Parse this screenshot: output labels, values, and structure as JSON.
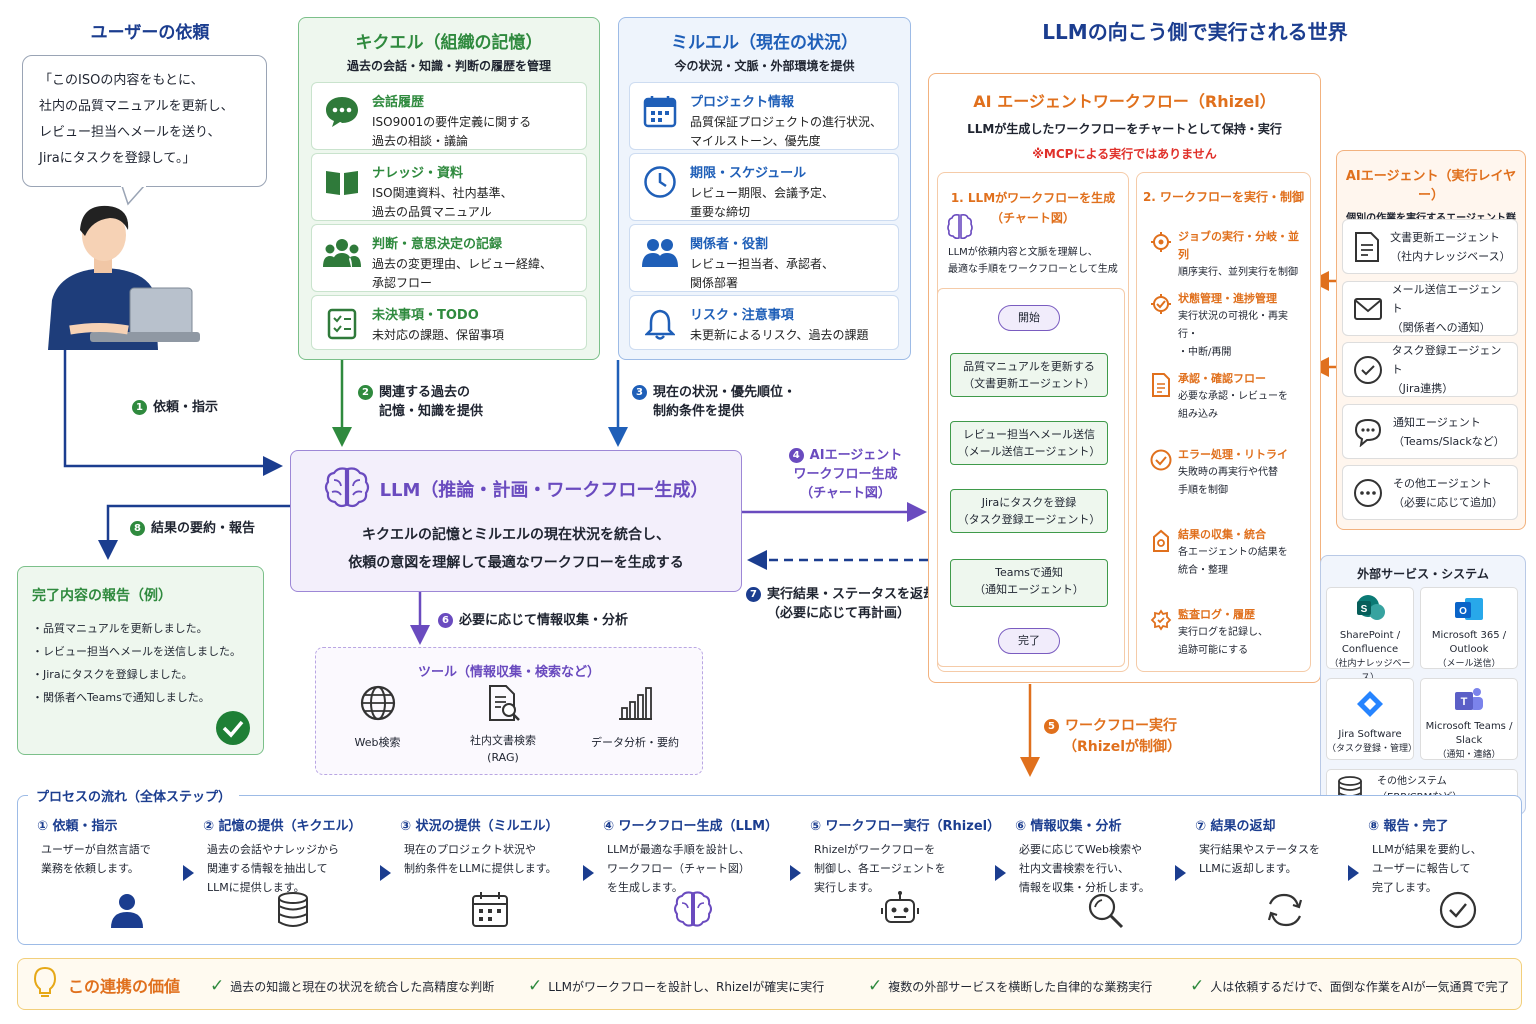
{
  "user_section": {
    "title": "ユーザーの依頼",
    "request_lines": [
      "「このISOの内容をもとに、",
      "社内の品質マニュアルを更新し、",
      "レビュー担当へメールを送り、",
      "Jiraにタスクを登録して。」"
    ]
  },
  "kikueru": {
    "title": "キクエル（組織の記憶）",
    "subtitle": "過去の会話・知識・判断の履歴を管理",
    "items": [
      {
        "title": "会話履歴",
        "desc": [
          "ISO9001の要件定義に関する",
          "過去の相談・議論"
        ],
        "icon": "chat-icon"
      },
      {
        "title": "ナレッジ・資料",
        "desc": [
          "ISO関連資料、社内基準、",
          "過去の品質マニュアル"
        ],
        "icon": "book-icon"
      },
      {
        "title": "判断・意思決定の記録",
        "desc": [
          "過去の変更理由、レビュー経緯、",
          "承認フロー"
        ],
        "icon": "people-icon"
      },
      {
        "title": "未決事項・TODO",
        "desc": [
          "未対応の課題、保留事項"
        ],
        "icon": "checklist-icon"
      }
    ]
  },
  "miruel": {
    "title": "ミルエル（現在の状況）",
    "subtitle": "今の状況・文脈・外部環境を提供",
    "items": [
      {
        "title": "プロジェクト情報",
        "desc": [
          "品質保証プロジェクトの進行状況、",
          "マイルストーン、優先度"
        ],
        "icon": "calendar-icon"
      },
      {
        "title": "期限・スケジュール",
        "desc": [
          "レビュー期限、会議予定、",
          "重要な締切"
        ],
        "icon": "clock-icon"
      },
      {
        "title": "関係者・役割",
        "desc": [
          "レビュー担当者、承認者、",
          "関係部署"
        ],
        "icon": "people-icon"
      },
      {
        "title": "リスク・注意事項",
        "desc": [
          "未更新によるリスク、過去の課題"
        ],
        "icon": "bell-icon"
      }
    ]
  },
  "world_title": "LLMの向こう側で実行される世界",
  "llm": {
    "title": "LLM（推論・計画・ワークフロー生成）",
    "desc": [
      "キクエルの記憶とミルエルの現在状況を統合し、",
      "依頼の意図を理解して最適なワークフローを生成する"
    ]
  },
  "arrows": {
    "a1": "依頼・指示",
    "a2": [
      "関連する過去の",
      "記憶・知識を提供"
    ],
    "a3": [
      "現在の状況・優先順位・",
      "制約条件を提供"
    ],
    "a4": [
      "AIエージェント",
      "ワークフロー生成",
      "（チャート図）"
    ],
    "a5": [
      "ワークフロー実行",
      "（Rhizelが制御）"
    ],
    "a6": "必要に応じて情報収集・分析",
    "a7": [
      "実行結果・ステータスを返却",
      "（必要に応じて再計画）"
    ],
    "a8": "結果の要約・報告"
  },
  "report": {
    "title": "完了内容の報告（例）",
    "items": [
      "・品質マニュアルを更新しました。",
      "・レビュー担当へメールを送信しました。",
      "・Jiraにタスクを登録しました。",
      "・関係者へTeamsで通知しました。"
    ]
  },
  "tools": {
    "title": "ツール（情報収集・検索など）",
    "items": [
      {
        "label": "Web検索",
        "icon": "globe-icon"
      },
      {
        "label": "社内文書検索\n(RAG)",
        "icon": "document-search-icon"
      },
      {
        "label": "データ分析・要約",
        "icon": "bar-chart-icon"
      }
    ]
  },
  "rhizel": {
    "title": "AI エージェントワークフロー（Rhizel）",
    "subtitle": "LLMが生成したワークフローをチャートとして保持・実行",
    "note": "※MCPによる実行ではありません",
    "col1_title": [
      "1. LLMがワークフローを生成",
      "（チャート図）"
    ],
    "col1_desc": [
      "LLMが依頼内容と文脈を理解し、",
      "最適な手順をワークフローとして生成"
    ],
    "flow": {
      "start": "開始",
      "steps": [
        [
          "品質マニュアルを更新する",
          "（文書更新エージェント）"
        ],
        [
          "レビュー担当へメール送信",
          "（メール送信エージェント）"
        ],
        [
          "Jiraにタスクを登録",
          "（タスク登録エージェント）"
        ],
        [
          "Teamsで通知",
          "（通知エージェント）"
        ]
      ],
      "end": "完了"
    },
    "col2_title": "2. ワークフローを実行・制御",
    "controls": [
      {
        "title": "ジョブの実行・分岐・並列",
        "desc": [
          "順序実行、並列実行を制御"
        ],
        "icon": "gear-icon"
      },
      {
        "title": "状態管理・進捗管理",
        "desc": [
          "実行状況の可視化・再実行・",
          "・中断/再開"
        ],
        "icon": "gear-icon"
      },
      {
        "title": "承認・確認フロー",
        "desc": [
          "必要な承認・レビューを",
          "組み込み"
        ],
        "icon": "doc-icon"
      },
      {
        "title": "エラー処理・リトライ",
        "desc": [
          "失敗時の再実行や代替",
          "手順を制御"
        ],
        "icon": "check-icon"
      },
      {
        "title": "結果の収集・統合",
        "desc": [
          "各エージェントの結果を",
          "統合・整理"
        ],
        "icon": "merge-icon"
      },
      {
        "title": "監査ログ・履歴",
        "desc": [
          "実行ログを記録し、",
          "追跡可能にする"
        ],
        "icon": "log-icon"
      }
    ]
  },
  "agents": {
    "title": "AIエージェント（実行レイヤー）",
    "subtitle": "個別の作業を実行するエージェント群",
    "items": [
      {
        "name": "文書更新エージェント",
        "sub": "（社内ナレッジベース）",
        "icon": "document-icon"
      },
      {
        "name": "メール送信エージェント",
        "sub": "（関係者への通知）",
        "icon": "mail-icon"
      },
      {
        "name": "タスク登録エージェント",
        "sub": "（Jira連携）",
        "icon": "check-circle-icon"
      },
      {
        "name": "通知エージェント",
        "sub": "（Teams/Slackなど）",
        "icon": "chat-icon"
      },
      {
        "name": "その他エージェント",
        "sub": "（必要に応じて追加）",
        "icon": "more-icon"
      }
    ]
  },
  "services": {
    "title": "外部サービス・システム",
    "items": [
      {
        "name": "SharePoint /\nConfluence",
        "sub": "（社内ナレッジベース）",
        "icon": "sharepoint-icon",
        "color": "#0b7a75"
      },
      {
        "name": "Microsoft 365 /\nOutlook",
        "sub": "（メール送信）",
        "icon": "outlook-icon",
        "color": "#0a64c8"
      },
      {
        "name": "Jira Software",
        "sub": "（タスク登録・管理）",
        "icon": "jira-icon",
        "color": "#2684ff"
      },
      {
        "name": "Microsoft Teams /\nSlack",
        "sub": "（通知・連絡）",
        "icon": "teams-icon",
        "color": "#5b5fc7"
      }
    ],
    "other": {
      "name": "その他システム",
      "sub": "（ERP/CRMなど）",
      "icon": "database-icon"
    }
  },
  "process": {
    "title": "プロセスの流れ（全体ステップ）",
    "steps": [
      {
        "title": "① 依頼・指示",
        "desc": [
          "ユーザーが自然言語で",
          "業務を依頼します。"
        ],
        "icon": "user-icon"
      },
      {
        "title": "② 記憶の提供（キクエル）",
        "desc": [
          "過去の会話やナレッジから",
          "関連する情報を抽出して",
          "LLMに提供します。"
        ],
        "icon": "database-icon"
      },
      {
        "title": "③ 状況の提供（ミルエル）",
        "desc": [
          "現在のプロジェクト状況や",
          "制約条件をLLMに提供します。"
        ],
        "icon": "calendar-icon"
      },
      {
        "title": "④ ワークフロー生成（LLM）",
        "desc": [
          "LLMが最適な手順を設計し、",
          "ワークフロー（チャート図）",
          "を生成します。"
        ],
        "icon": "brain-icon"
      },
      {
        "title": "⑤ ワークフロー実行（Rhizel）",
        "desc": [
          "Rhizelがワークフローを",
          "制御し、各エージェントを",
          "実行します。"
        ],
        "icon": "robot-icon"
      },
      {
        "title": "⑥ 情報収集・分析",
        "desc": [
          "必要に応じてWeb検索や",
          "社内文書検索を行い、",
          "情報を収集・分析します。"
        ],
        "icon": "search-icon"
      },
      {
        "title": "⑦ 結果の返却",
        "desc": [
          "実行結果やステータスを",
          "LLMに返却します。"
        ],
        "icon": "refresh-icon"
      },
      {
        "title": "⑧ 報告・完了",
        "desc": [
          "LLMが結果を要約し、",
          "ユーザーに報告して",
          "完了します。"
        ],
        "icon": "check-circle-icon"
      }
    ]
  },
  "value": {
    "title": "この連携の価値",
    "items": [
      "過去の知識と現在の状況を統合した高精度な判断",
      "LLMがワークフローを設計し、Rhizelが確実に実行",
      "複数の外部サービスを横断した自律的な業務実行",
      "人は依頼するだけで、面倒な作業をAIが一気通貫で完了"
    ]
  },
  "colors": {
    "navy": "#1b3d8f",
    "green": "#2f8a3e",
    "blue": "#1f5fb8",
    "purple": "#6a4bbf",
    "orange": "#e0701d"
  }
}
